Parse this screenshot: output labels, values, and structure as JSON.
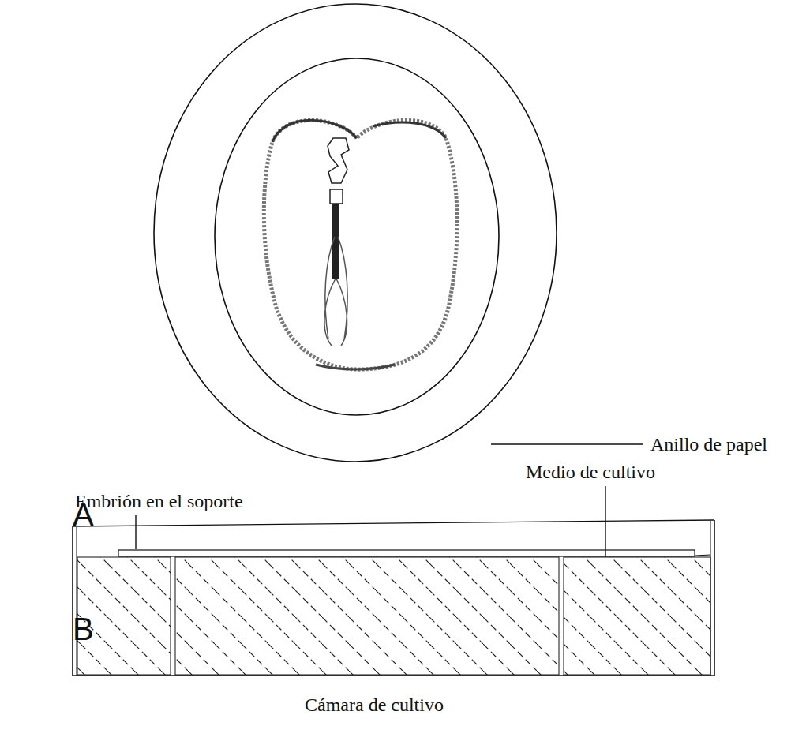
{
  "diagram": {
    "labels": [
      "A",
      "Anillo de papel",
      "Embrión en el soporte",
      "Medio de cultivo",
      "B",
      "Cámara de cultivo"
    ]
  }
}
